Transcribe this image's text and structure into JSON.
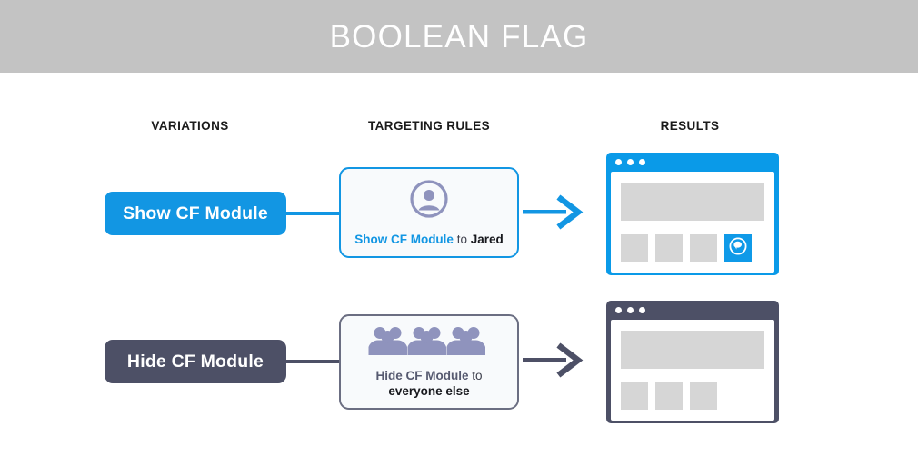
{
  "header": {
    "title": "BOOLEAN FLAG",
    "background_color": "#c3c3c3",
    "text_color": "#ffffff"
  },
  "colors": {
    "accent_blue": "#1296e3",
    "slate_gray": "#4d5066",
    "icon_purple": "#8f93bd",
    "placeholder_gray": "#d6d6d6"
  },
  "columns": {
    "variations": "VARIATIONS",
    "targeting_rules": "TARGETING RULES",
    "results": "RESULTS"
  },
  "rows": [
    {
      "variation": {
        "label": "Show CF Module",
        "color": "#1296e3",
        "state": "on"
      },
      "rule": {
        "icon": "single-user-icon",
        "action_label": "Show CF Module",
        "connector_word": "to",
        "target_label": "Jared",
        "border_color": "#1296e3"
      },
      "result": {
        "frame_color": "#0a9ae8",
        "window_dots": 3,
        "hero_block": true,
        "tiles": [
          "placeholder",
          "placeholder",
          "placeholder",
          "cf-module"
        ],
        "cf_module_visible": true,
        "cf_module_icon": "chat-bubble-icon"
      },
      "arrow_color": "#1296e3"
    },
    {
      "variation": {
        "label": "Hide CF Module",
        "color": "#4d5066",
        "state": "off"
      },
      "rule": {
        "icon": "crowd-icon",
        "action_label": "Hide CF Module",
        "connector_word": "to",
        "target_label": "everyone else",
        "border_color": "#6b6e82"
      },
      "result": {
        "frame_color": "#4d5066",
        "window_dots": 3,
        "hero_block": true,
        "tiles": [
          "placeholder",
          "placeholder",
          "placeholder"
        ],
        "cf_module_visible": false,
        "cf_module_icon": null
      },
      "arrow_color": "#4d5066"
    }
  ]
}
